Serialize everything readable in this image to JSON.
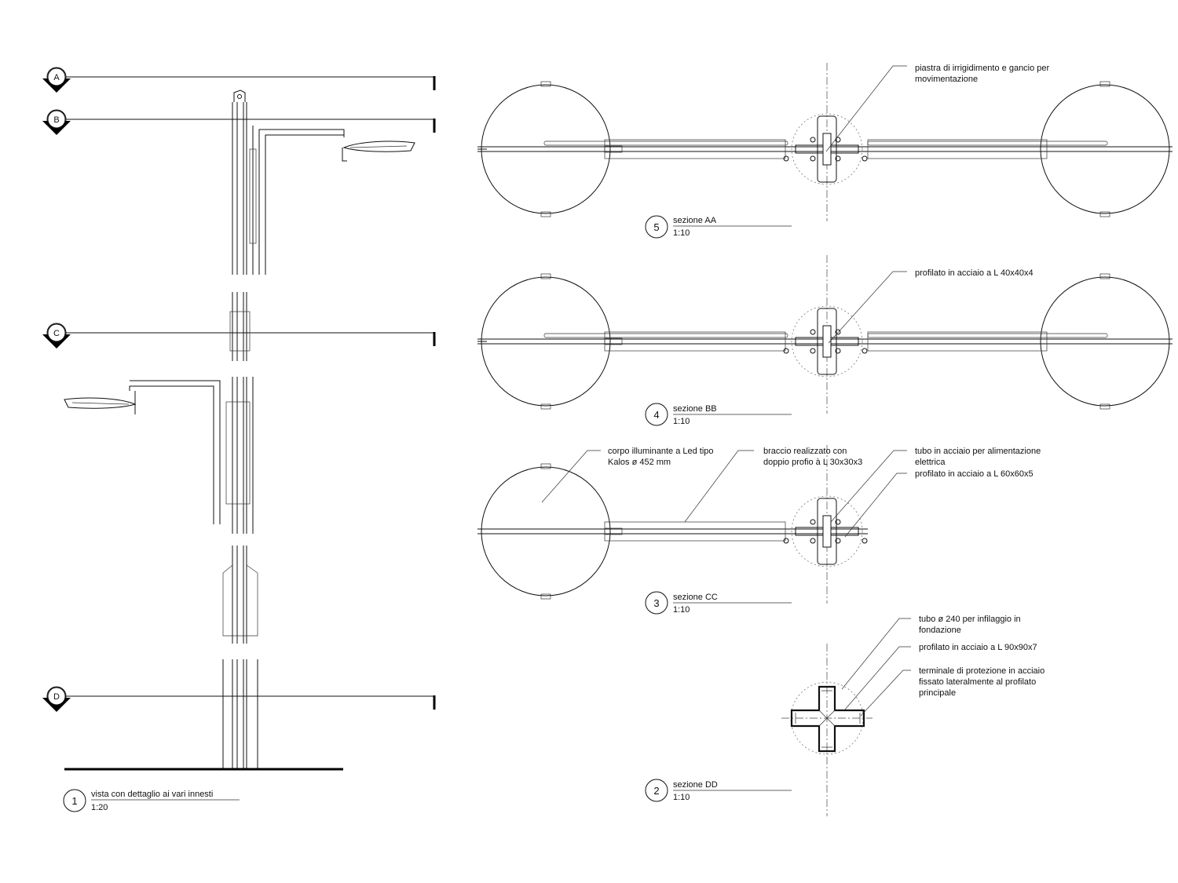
{
  "section_markers": [
    {
      "letter": "A"
    },
    {
      "letter": "B"
    },
    {
      "letter": "C"
    },
    {
      "letter": "D"
    }
  ],
  "views": [
    {
      "number": "1",
      "title": "vista con dettaglio ai vari innesti",
      "scale": "1:20"
    },
    {
      "number": "5",
      "title": "sezione AA",
      "scale": "1:10"
    },
    {
      "number": "4",
      "title": "sezione BB",
      "scale": "1:10"
    },
    {
      "number": "3",
      "title": "sezione CC",
      "scale": "1:10"
    },
    {
      "number": "2",
      "title": "sezione DD",
      "scale": "1:10"
    }
  ],
  "annotations": {
    "aa": [
      "piastra di irrigidimento e gancio per",
      "movimentazione"
    ],
    "bb": [
      "profilato in acciaio a L 40x40x4"
    ],
    "cc_lamp": [
      "corpo illuminante a Led tipo",
      "Kalos ø 452 mm"
    ],
    "cc_arm": [
      "braccio realizzato con",
      "doppio profio  à L 30x30x3"
    ],
    "cc_tube": [
      "tubo in acciaio per alimentazione",
      "elettrica"
    ],
    "cc_profile": [
      "profilato in acciaio a L 60x60x5"
    ],
    "dd_tube": [
      "tubo ø 240 per infilaggio in",
      "fondazione"
    ],
    "dd_profile": [
      "profilato in acciaio a L 90x90x7"
    ],
    "dd_terminal": [
      "terminale di protezione in acciaio",
      "fissato lateralmente al profilato",
      "principale"
    ]
  }
}
